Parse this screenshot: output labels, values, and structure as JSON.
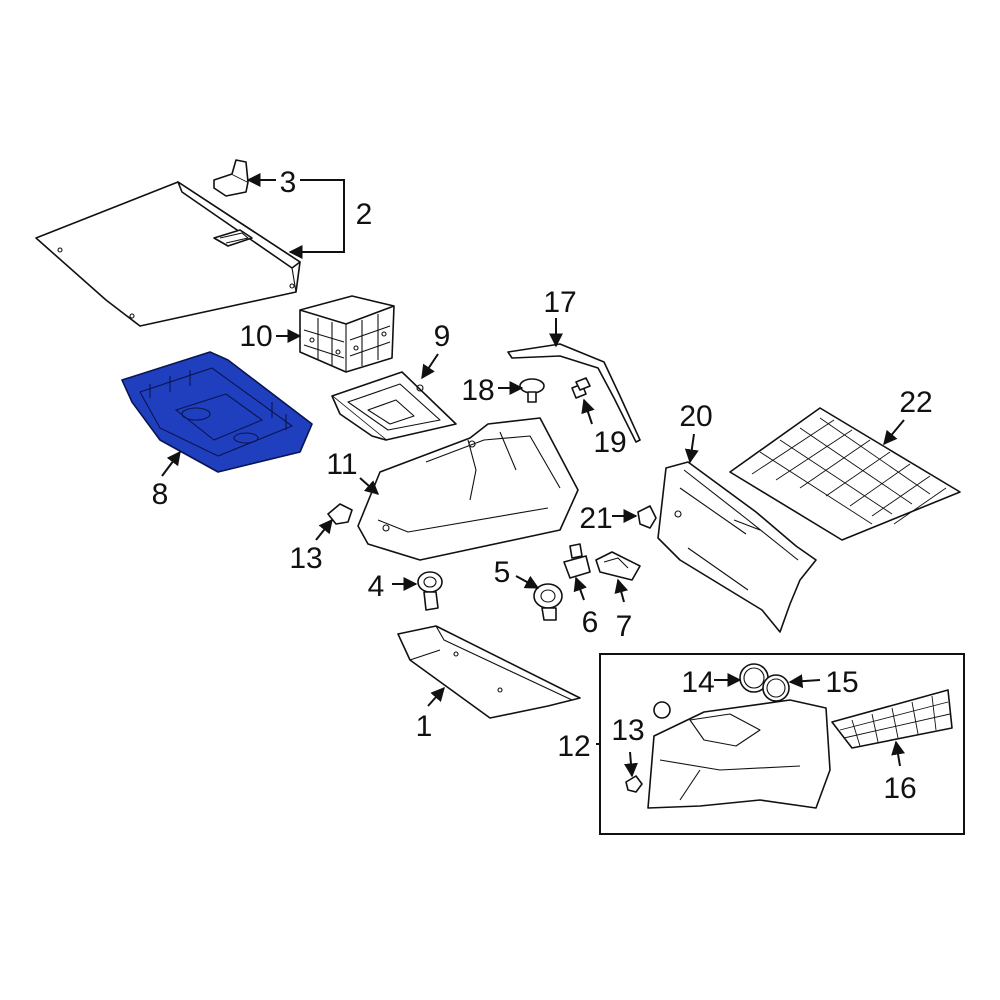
{
  "diagram": {
    "highlight_color": "#1f3fbf",
    "callouts": [
      "1",
      "2",
      "3",
      "4",
      "5",
      "6",
      "7",
      "8",
      "9",
      "10",
      "11",
      "12",
      "13",
      "13",
      "14",
      "15",
      "16",
      "17",
      "18",
      "19",
      "20",
      "21",
      "22"
    ]
  }
}
